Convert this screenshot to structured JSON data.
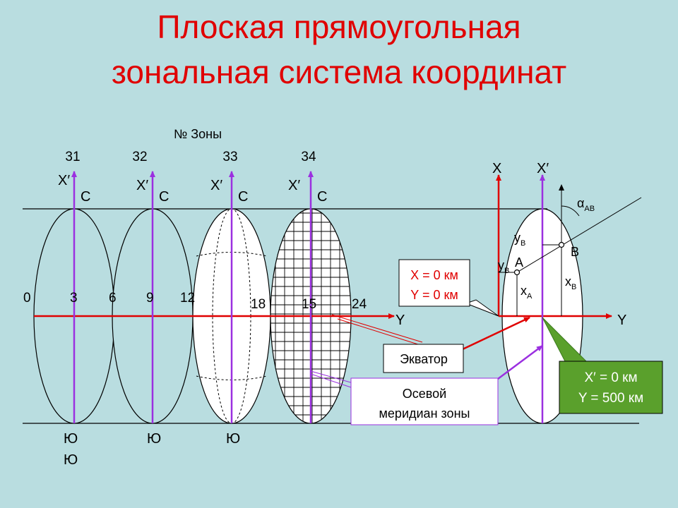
{
  "title": {
    "line1": "Плоская прямоугольная",
    "line2": "зональная система координат"
  },
  "zones_caption": "№ Зоны",
  "zone_numbers": [
    "31",
    "32",
    "33",
    "34"
  ],
  "axis_labels": {
    "x_prime": "X′",
    "x": "X",
    "y": "Y",
    "north": "С",
    "south": "Ю"
  },
  "meridian_labels": [
    "0",
    "3",
    "6",
    "9",
    "12",
    "18",
    "15",
    "24"
  ],
  "point_labels": {
    "a": "A",
    "b": "B",
    "yb": "y",
    "yb_sub": "B",
    "ya": "y",
    "ya_sub": "B",
    "xa": "x",
    "xa_sub": "A",
    "xb": "x",
    "xb_sub": "B",
    "alpha": "α",
    "alpha_sub": "AB"
  },
  "boxes": {
    "origin_line1": "X = 0 км",
    "origin_line2": "Y = 0 км",
    "equator": "Экватор",
    "meridian_line1": "Осевой",
    "meridian_line2": "меридиан зоны",
    "shifted_line1": "X′ = 0 км",
    "shifted_line2": "Y = 500 км"
  },
  "colors": {
    "background": "#b9dde0",
    "title": "#e00000",
    "red_axis": "#e00000",
    "purple_axis": "#9b30e0",
    "green_box": "#5aa02c",
    "ellipse_fill": "#ffffff"
  }
}
